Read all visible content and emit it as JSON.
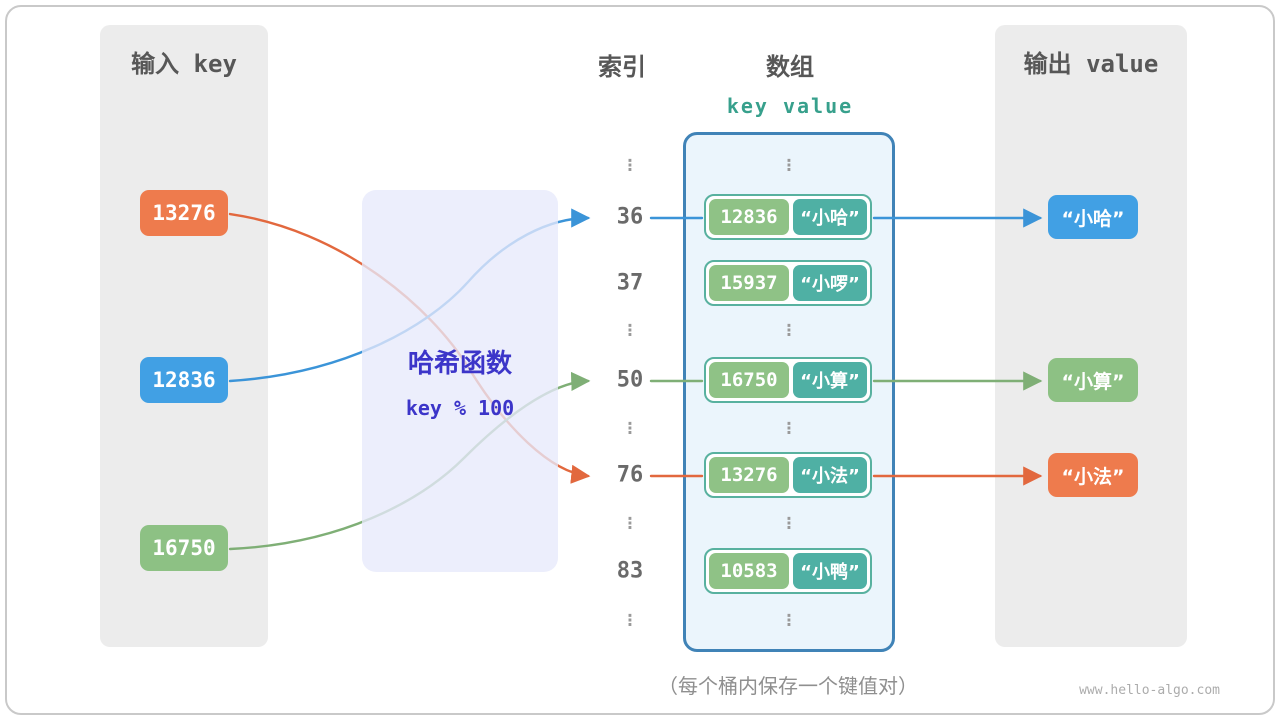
{
  "input_panel": {
    "title": "输入 key",
    "keys": [
      {
        "label": "13276",
        "color": "#EE7B4D"
      },
      {
        "label": "12836",
        "color": "#41A0E4"
      },
      {
        "label": "16750",
        "color": "#8DC184"
      }
    ]
  },
  "hash_box": {
    "title": "哈希函数",
    "formula": "key % 100",
    "text_color": "#3C35C9",
    "bg_color": "#E7E9FB"
  },
  "index_column": {
    "title": "索引",
    "items": [
      "⋮",
      "36",
      "37",
      "⋮",
      "50",
      "⋮",
      "76",
      "⋮",
      "83",
      "⋮"
    ]
  },
  "array_panel": {
    "title": "数组",
    "header": "key  value",
    "border_color": "#4083B7",
    "rows": [
      {
        "type": "dots",
        "label": "⋮"
      },
      {
        "type": "pair",
        "key": "12836",
        "value": "“小哈”"
      },
      {
        "type": "pair",
        "key": "15937",
        "value": "“小啰”"
      },
      {
        "type": "dots",
        "label": "⋮"
      },
      {
        "type": "pair",
        "key": "16750",
        "value": "“小算”"
      },
      {
        "type": "dots",
        "label": "⋮"
      },
      {
        "type": "pair",
        "key": "13276",
        "value": "“小法”"
      },
      {
        "type": "dots",
        "label": "⋮"
      },
      {
        "type": "pair",
        "key": "10583",
        "value": "“小鸭”"
      },
      {
        "type": "dots",
        "label": "⋮"
      }
    ]
  },
  "output_panel": {
    "title": "输出 value",
    "values": [
      {
        "label": "“小哈”",
        "color": "#41A0E4"
      },
      {
        "label": "“小算”",
        "color": "#8DC184"
      },
      {
        "label": "“小法”",
        "color": "#EE7B4D"
      }
    ]
  },
  "caption": "（每个桶内保存一个键值对）",
  "footer": {
    "site": "www.hello-algo.com"
  },
  "colors": {
    "orange": "#EE7B4D",
    "blue": "#41A0E4",
    "green": "#8DC184",
    "teal": "#4FB0A4"
  }
}
